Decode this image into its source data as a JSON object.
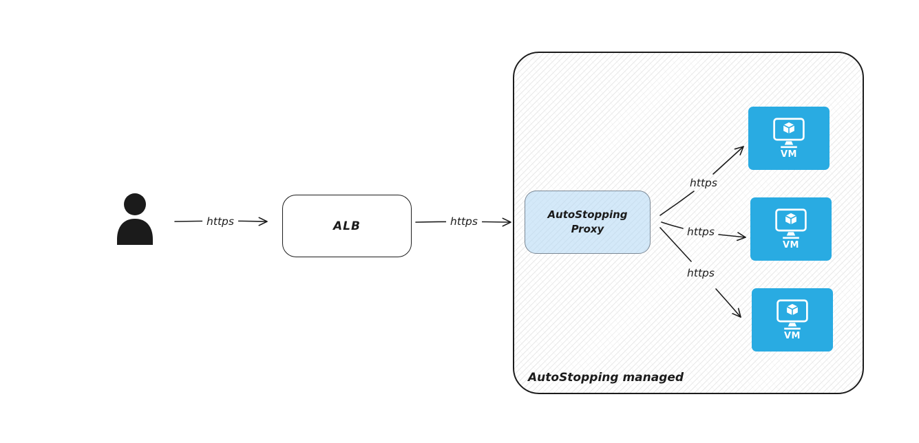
{
  "diagram": {
    "type": "architecture-flow",
    "container": {
      "label": "AutoStopping managed"
    },
    "nodes": {
      "user": {
        "icon": "person-icon"
      },
      "alb": {
        "label": "ALB"
      },
      "proxy": {
        "label_line1": "AutoStopping",
        "label_line2": "Proxy"
      }
    },
    "vms": [
      {
        "label": "VM",
        "icon": "vm-monitor-cube-icon"
      },
      {
        "label": "VM",
        "icon": "vm-monitor-cube-icon"
      },
      {
        "label": "VM",
        "icon": "vm-monitor-cube-icon"
      }
    ],
    "edges": [
      {
        "from": "user",
        "to": "alb",
        "label": "https"
      },
      {
        "from": "alb",
        "to": "autostopping-proxy",
        "label": "https"
      },
      {
        "from": "autostopping-proxy",
        "to": "vm-1",
        "label": "https"
      },
      {
        "from": "autostopping-proxy",
        "to": "vm-2",
        "label": "https"
      },
      {
        "from": "autostopping-proxy",
        "to": "vm-3",
        "label": "https"
      }
    ],
    "colors": {
      "canvas_bg": "#FFFFFF",
      "stroke": "#1B1B1B",
      "text": "#1B1B1B",
      "hatch": "#E9E9E9",
      "vm_fill": "#29ABE2",
      "vm_icon": "#FFFFFF",
      "proxy_fill": "rgba(176,215,244,0.55)",
      "proxy_border": "#7A8794"
    }
  }
}
